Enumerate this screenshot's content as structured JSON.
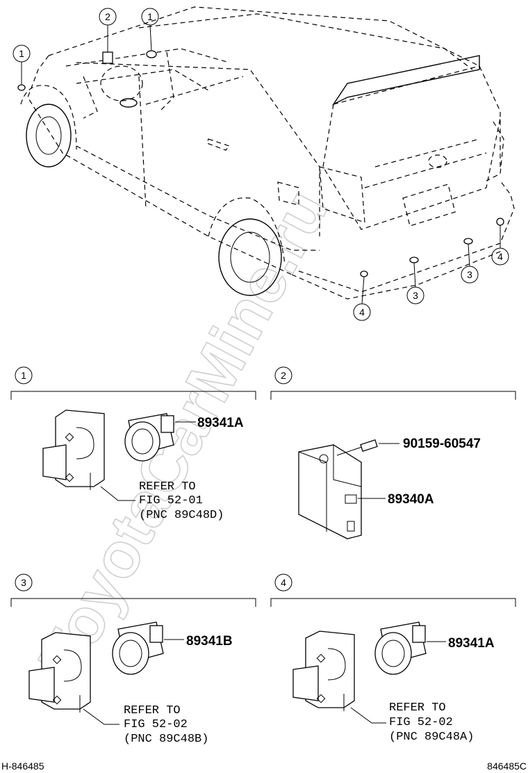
{
  "watermark": "ToyotaCarMine.ru",
  "overview": {
    "callouts": [
      {
        "num": "1"
      },
      {
        "num": "2"
      },
      {
        "num": "1"
      },
      {
        "num": "4"
      },
      {
        "num": "3"
      },
      {
        "num": "3"
      },
      {
        "num": "4"
      }
    ]
  },
  "sections": [
    {
      "num": "1",
      "part_number": "89341A",
      "refer": [
        "REFER TO",
        "FIG 52-01",
        "(PNC 89C48D)"
      ]
    },
    {
      "num": "2",
      "part_numbers": [
        "90159-60547",
        "89340A"
      ]
    },
    {
      "num": "3",
      "part_number": "89341B",
      "refer": [
        "REFER TO",
        "FIG 52-02",
        "(PNC 89C48B)"
      ]
    },
    {
      "num": "4",
      "part_number": "89341A",
      "refer": [
        "REFER TO",
        "FIG 52-02",
        "(PNC 89C48A)"
      ]
    }
  ],
  "footer": {
    "left": "H-846485",
    "right": "846485C"
  }
}
